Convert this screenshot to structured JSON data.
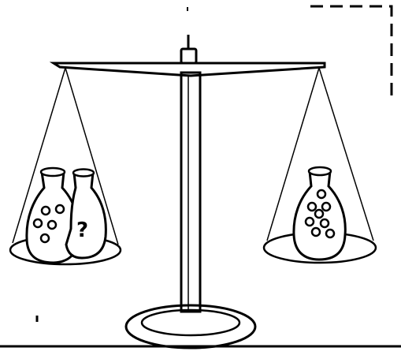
{
  "colors": {
    "ink": "#000000",
    "background": "#ffffff"
  },
  "left_pan": {
    "jars": [
      {
        "marking": "dots",
        "dot_count": 5
      },
      {
        "marking": "question-mark",
        "label": "?"
      }
    ]
  },
  "right_pan": {
    "jars": [
      {
        "marking": "dots",
        "dot_count": 8
      }
    ]
  }
}
